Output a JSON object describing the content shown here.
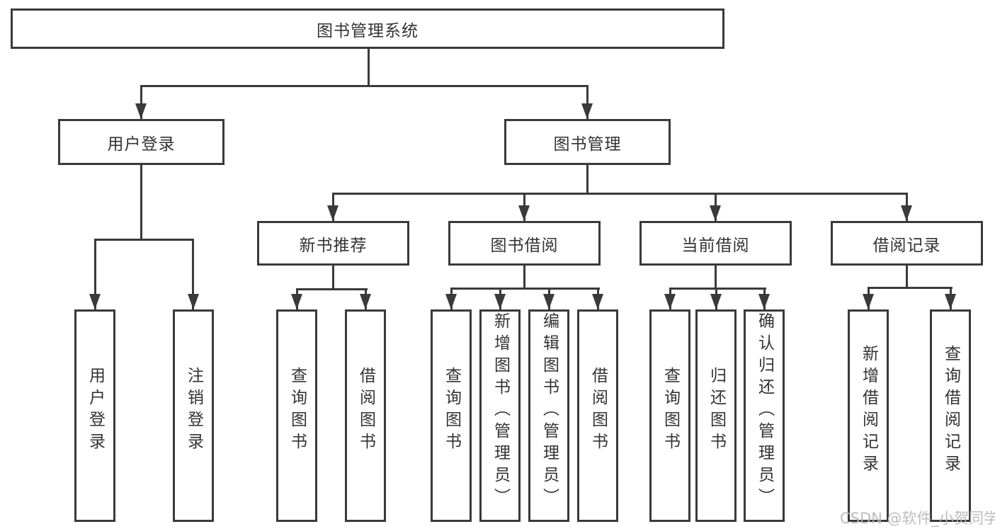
{
  "diagram": {
    "type": "hierarchy-tree",
    "colors": {
      "line": "#3a3a3a",
      "text": "#333333",
      "background": "#ffffff",
      "watermark": "#b5b5b5"
    }
  },
  "tree": {
    "root": {
      "label": "图书管理系统"
    },
    "level2": [
      {
        "id": "user-login",
        "label": "用户登录",
        "parent": "图书管理系统"
      },
      {
        "id": "book-management",
        "label": "图书管理",
        "parent": "图书管理系统"
      }
    ],
    "level3": [
      {
        "id": "new-book-recommend",
        "label": "新书推荐",
        "parent": "图书管理"
      },
      {
        "id": "book-borrow",
        "label": "图书借阅",
        "parent": "图书管理"
      },
      {
        "id": "current-borrow",
        "label": "当前借阅",
        "parent": "图书管理"
      },
      {
        "id": "borrow-records",
        "label": "借阅记录",
        "parent": "图书管理"
      }
    ],
    "level4": [
      {
        "label": "用户登录",
        "parent": "用户登录"
      },
      {
        "label": "注销登录",
        "parent": "用户登录"
      },
      {
        "label": "查询图书",
        "parent": "新书推荐"
      },
      {
        "label": "借阅图书",
        "parent": "新书推荐"
      },
      {
        "label": "查询图书",
        "parent": "图书借阅"
      },
      {
        "label": "新增图书（管理员）",
        "parent": "图书借阅"
      },
      {
        "label": "编辑图书（管理员）",
        "parent": "图书借阅"
      },
      {
        "label": "借阅图书",
        "parent": "图书借阅"
      },
      {
        "label": "查询图书",
        "parent": "当前借阅"
      },
      {
        "label": "归还图书",
        "parent": "当前借阅"
      },
      {
        "label": "确认归还（管理员）",
        "parent": "当前借阅"
      },
      {
        "label": "新增借阅记录",
        "parent": "借阅记录"
      },
      {
        "label": "查询借阅记录",
        "parent": "借阅记录"
      }
    ]
  },
  "watermark": {
    "text": "CSDN @软件_小贺同学"
  }
}
